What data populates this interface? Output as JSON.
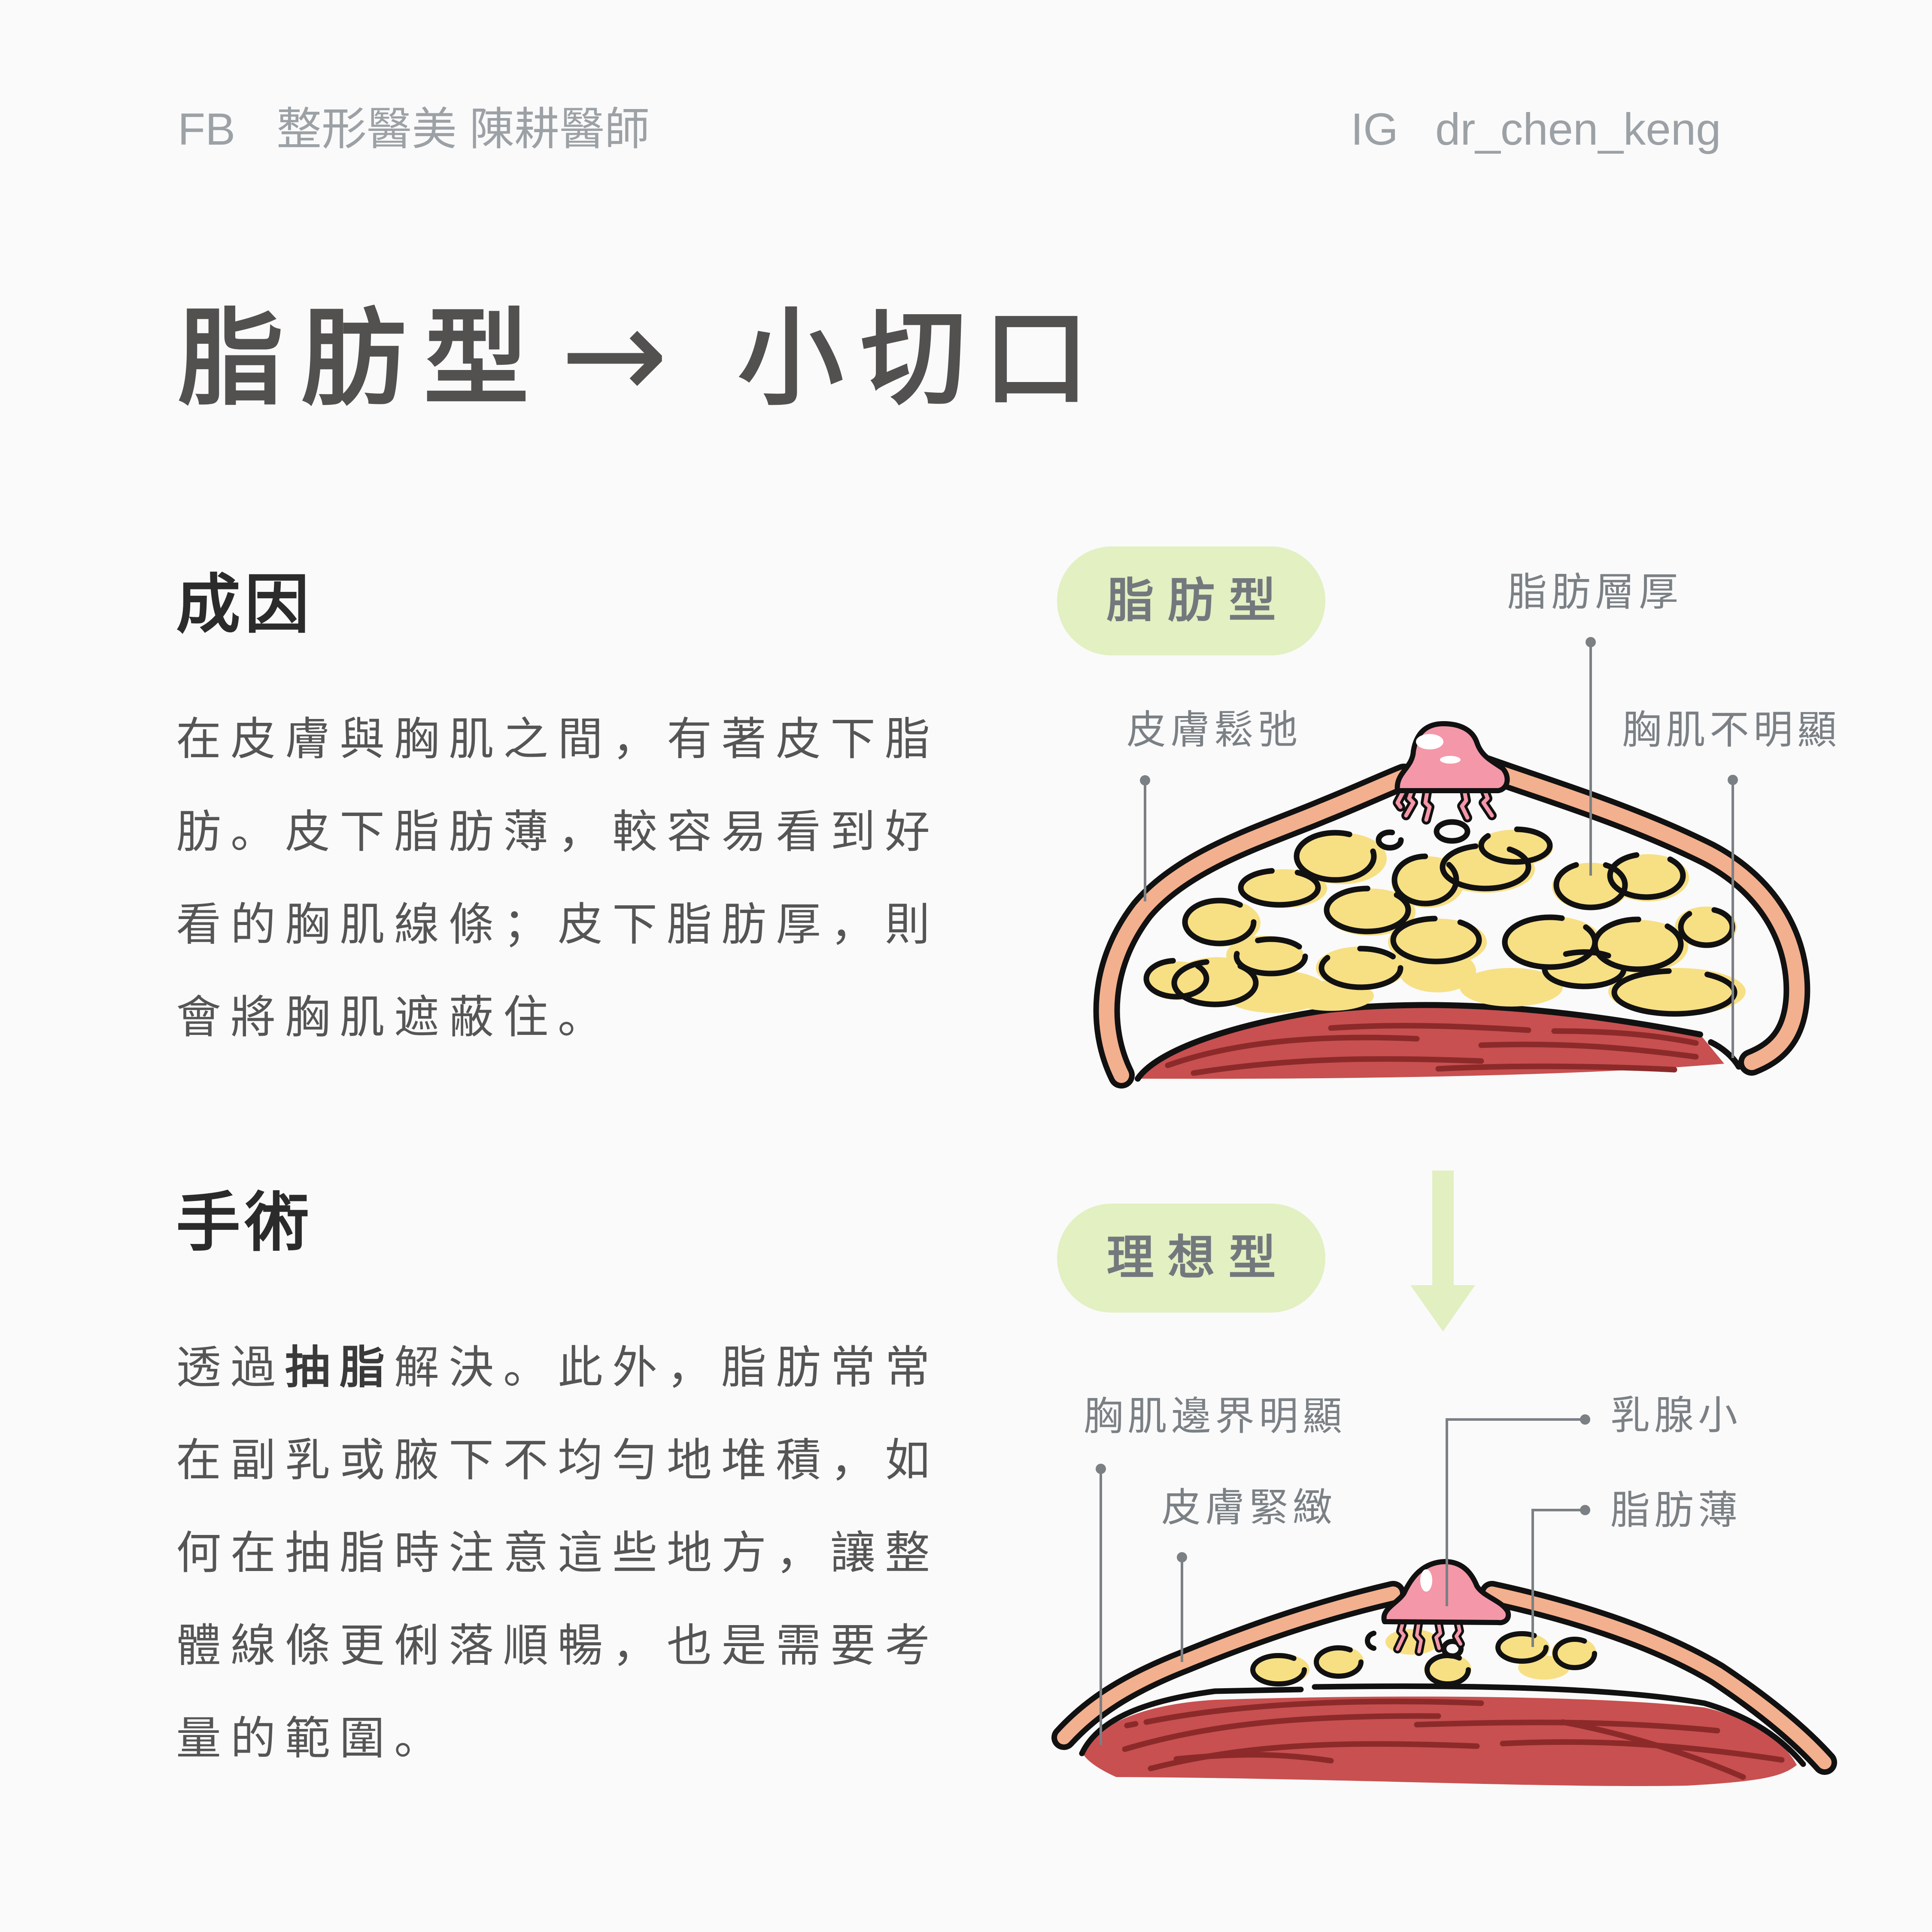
{
  "header": {
    "fb_label": "FB",
    "fb_name": "整形醫美 陳耕醫師",
    "ig_label": "IG",
    "ig_handle": "dr_chen_keng"
  },
  "title": {
    "left": "脂肪型",
    "arrow": "→",
    "right": "小切口"
  },
  "cause": {
    "heading": "成因",
    "lines": [
      "在皮膚與胸肌之間，有著皮下脂",
      "肪。皮下脂肪薄，較容易看到好",
      "看的胸肌線條；皮下脂肪厚，則",
      "會將胸肌遮蔽住。"
    ]
  },
  "surgery": {
    "heading": "手術",
    "line1": {
      "pre": "透過",
      "bold": "抽脂",
      "post": "解決。此外，脂肪常常"
    },
    "lines": [
      "在副乳或腋下不均勻地堆積，如",
      "何在抽脂時注意這些地方，讓整",
      "體線條更俐落順暢，也是需要考",
      "量的範圍。"
    ]
  },
  "diagram_before": {
    "badge": "脂肪型",
    "labels": {
      "fat_layer": "脂肪層厚",
      "skin": "皮膚鬆弛",
      "muscle": "胸肌不明顯"
    }
  },
  "transition_arrow": {
    "icon": "down-arrow-icon",
    "color": "#e2efc1"
  },
  "diagram_after": {
    "badge": "理想型",
    "labels": {
      "muscle": "胸肌邊界明顯",
      "gland": "乳腺小",
      "skin": "皮膚緊緻",
      "fat": "脂肪薄"
    }
  },
  "colors": {
    "background": "#fafafa",
    "header_text": "#9ca1a6",
    "title_text": "#525150",
    "heading_text": "#2b2b2b",
    "body_text": "#555555",
    "badge_bg": "#e2f0c2",
    "label_text": "#7b8085",
    "skin": "#f2b08e",
    "nipple": "#f497a8",
    "fat": "#f7df84",
    "muscle": "#c85050",
    "muscle_fiber": "#8c2a2a"
  }
}
